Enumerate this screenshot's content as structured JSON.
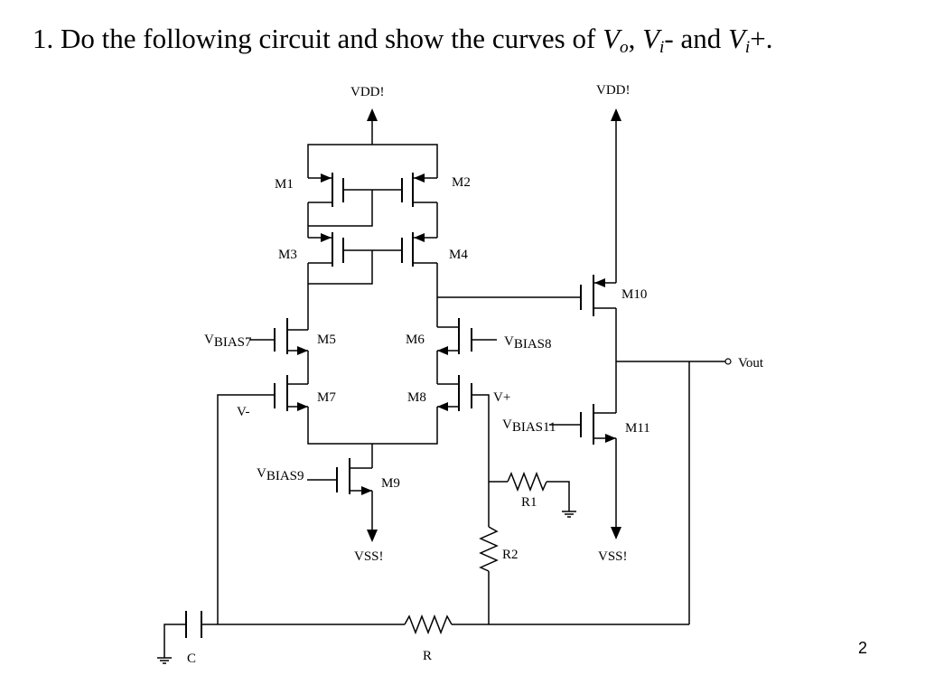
{
  "title": {
    "prefix": "1. Do the following circuit and show the curves of ",
    "v1": "V",
    "v1_sub": "o",
    "sep1": ", ",
    "v2": "V",
    "v2_sub": "i",
    "mid": "- and ",
    "v3": "V",
    "v3_sub": "i",
    "end": "+."
  },
  "page_number": "2",
  "labels": {
    "vdd_left": "VDD!",
    "vdd_right": "VDD!",
    "vss_m9": "VSS!",
    "vss_m11": "VSS!",
    "m1": "M1",
    "m2": "M2",
    "m3": "M3",
    "m4": "M4",
    "m5": "M5",
    "m6": "M6",
    "m7": "M7",
    "m8": "M8",
    "m9": "M9",
    "m10": "M10",
    "m11": "M11",
    "vbias7": "V",
    "vbias7_sub": "BIAS7",
    "vbias8": "V",
    "vbias8_sub": "BIAS8",
    "vbias9": "V",
    "vbias9_sub": "BIAS9",
    "vbias11": "V",
    "vbias11_sub": "BIAS11",
    "v_minus": "V-",
    "v_plus": "V+",
    "vout": "Vout",
    "r1": "R1",
    "r2": "R2",
    "r": "R",
    "c": "C"
  }
}
